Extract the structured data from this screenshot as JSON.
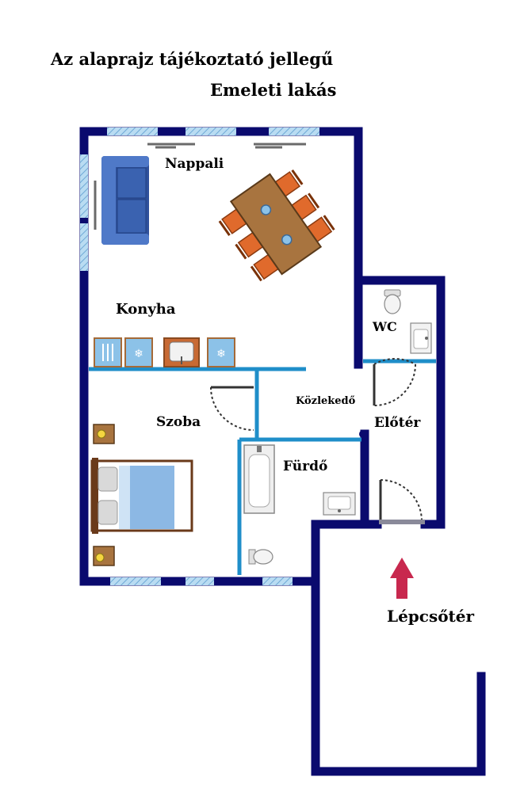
{
  "header": {
    "title": "Az alaprajz tájékoztató jellegű",
    "subtitle": "Emeleti lakás"
  },
  "rooms": {
    "nappali": "Nappali",
    "konyha": "Konyha",
    "wc": "WC",
    "kozlekedo": "Közlekedő",
    "eloter": "Előtér",
    "szoba": "Szoba",
    "furdo": "Fürdő",
    "lepcsoter": "Lépcsőtér"
  },
  "colors": {
    "outer_wall": "#0a0a6e",
    "inner_wall": "#1f8ec9",
    "window": "#9ec9e8",
    "floor": "#ffffff",
    "sofa": "#3a62b0",
    "table": "#a8743f",
    "chair": "#e06a2c",
    "bed_sheet": "#8cb8e4",
    "arrow": "#c8284e"
  },
  "icons": [
    "sofa-icon",
    "dining-table-icon",
    "toilet-icon",
    "sink-icon",
    "bathtub-icon",
    "bed-icon",
    "nightstand-icon",
    "fridge-icon",
    "cutlery-icon",
    "stairs-arrow-icon"
  ]
}
